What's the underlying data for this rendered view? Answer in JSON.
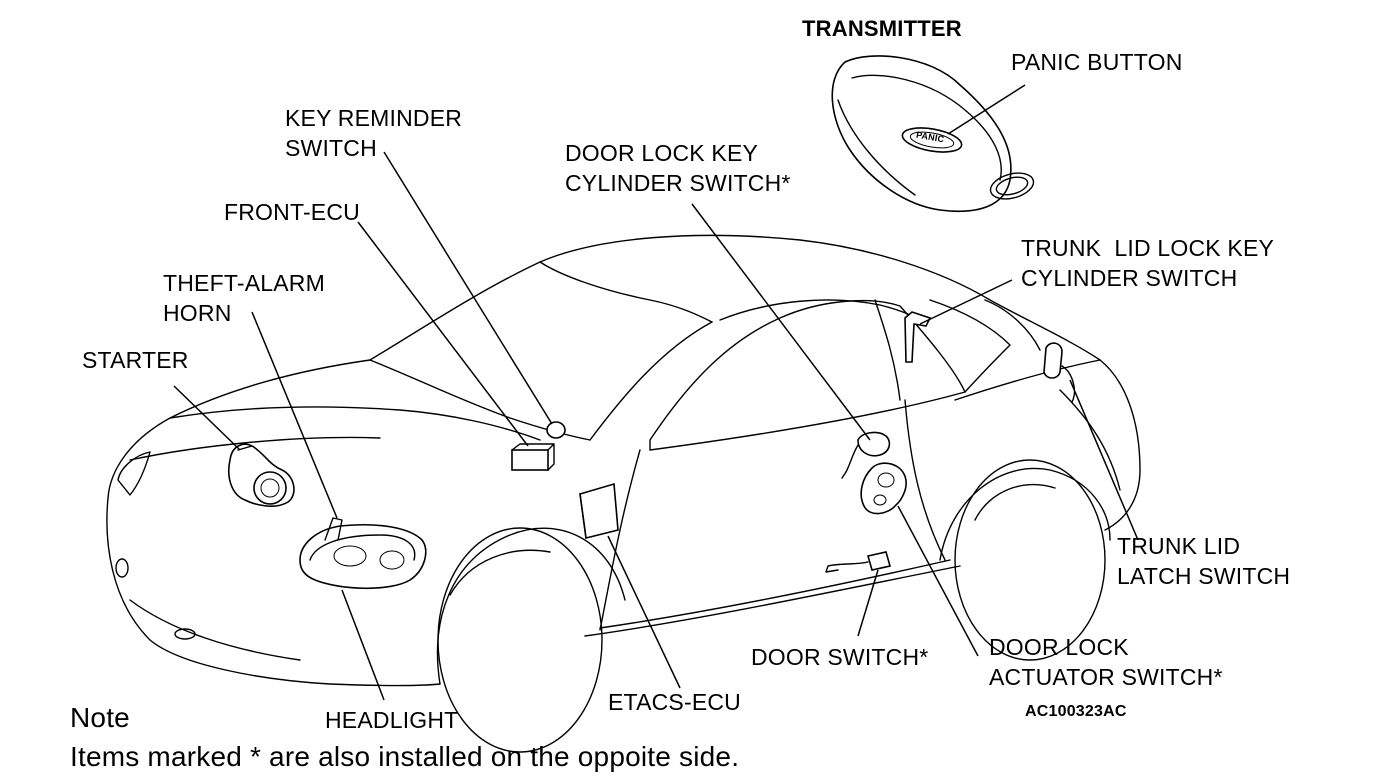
{
  "labels": {
    "transmitter": "TRANSMITTER",
    "panic_button": "PANIC BUTTON",
    "key_reminder_switch": [
      "KEY REMINDER",
      "SWITCH"
    ],
    "door_lock_key_cylinder_switch": [
      "DOOR LOCK KEY",
      "CYLINDER SWITCH*"
    ],
    "front_ecu": "FRONT-ECU",
    "theft_alarm_horn": [
      "THEFT-ALARM",
      "HORN"
    ],
    "starter": "STARTER",
    "trunk_lid_lock_key_cylinder_switch": [
      "TRUNK  LID LOCK KEY",
      "CYLINDER SWITCH"
    ],
    "trunk_lid_latch_switch": [
      "TRUNK LID",
      "LATCH SWITCH"
    ],
    "door_lock_actuator_switch": [
      "DOOR LOCK",
      "ACTUATOR SWITCH*"
    ],
    "door_switch": "DOOR SWITCH*",
    "etacs_ecu": "ETACS-ECU",
    "headlight": "HEADLIGHT",
    "figure_code": "AC100323AC",
    "panic_key_text": "PANIC"
  },
  "note": {
    "title": "Note",
    "text": "Items marked * are also installed on the oppoite side."
  }
}
